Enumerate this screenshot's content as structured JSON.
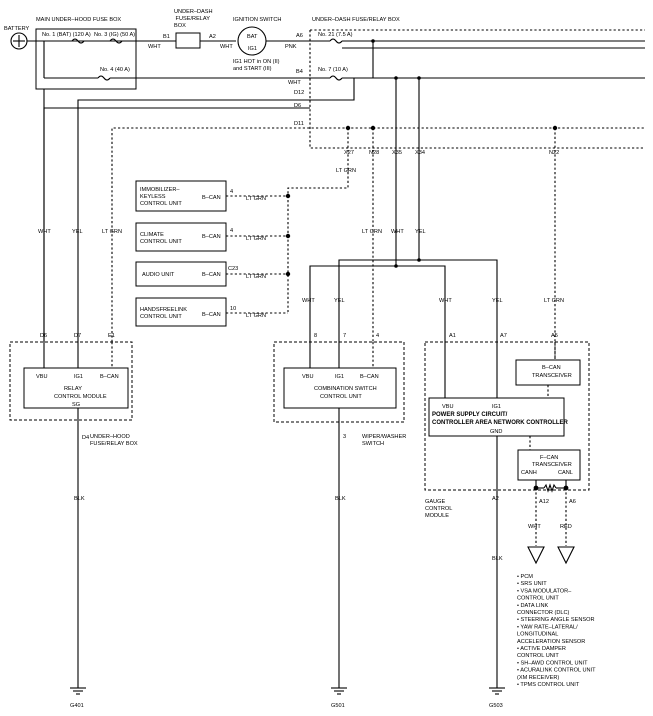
{
  "battery": {
    "label": "BATTERY"
  },
  "main_fuse_box": {
    "title": "MAIN UNDER–HOOD FUSE BOX",
    "fuse1": "No. 1 (BAT) (120 A)",
    "fuse3": "No. 3 (IG) (50 A)",
    "fuse4": "No. 4 (40 A)"
  },
  "dash_relay_box_top": {
    "title": "UNDER–DASH FUSE/RELAY BOX",
    "pin_b1": "B1",
    "pin_a2": "A2"
  },
  "ignition_switch": {
    "title": "IGNITION SWITCH",
    "bat": "BAT",
    "ig1": "IG1",
    "note": "IG1 HOT in ON (II) and START (III)"
  },
  "dash_fuse_box_right": {
    "title": "UNDER–DASH FUSE/RELAY BOX",
    "fuse21": "No. 21 (7.5 A)",
    "fuse7": "No. 7 (10 A)"
  },
  "wires": {
    "wht": "WHT",
    "pnk": "PNK",
    "yel": "YEL",
    "ltgrn": "LT GRN",
    "blk": "BLK",
    "red": "RED"
  },
  "pins": {
    "a6": "A6",
    "b4": "B4",
    "d12": "D12",
    "d6": "D6",
    "d11": "D11",
    "x27": "X27",
    "n28": "N28",
    "x35": "X35",
    "x34": "X34",
    "n22": "N22",
    "d6b": "D6",
    "d7": "D7",
    "e1": "E1",
    "d4": "D4",
    "p8": "8",
    "p7": "7",
    "p4": "4",
    "p3": "3",
    "a1": "A1",
    "a7": "A7",
    "a5": "A5",
    "a2": "A2",
    "a12": "A12",
    "a6b": "A6",
    "imm": "4",
    "clim": "4",
    "audio": "C23",
    "hands": "10"
  },
  "units": {
    "immobilizer": "IMMOBILIZER–KEYLESS CONTROL UNIT",
    "climate": "CLIMATE CONTROL UNIT",
    "audio": "AUDIO UNIT",
    "handsfree": "HANDSFREELINK CONTROL UNIT",
    "bcan": "B–CAN"
  },
  "relay_module": {
    "vbu": "VBU",
    "ig1": "IG1",
    "bcan": "B–CAN",
    "name1": "RELAY",
    "name2": "CONTROL MODULE",
    "sg": "SG",
    "box1": "UNDER–HOOD",
    "box2": "FUSE/RELAY BOX"
  },
  "combo_switch": {
    "vbu": "VBU",
    "ig1": "IG1",
    "bcan": "B–CAN",
    "name1": "COMBINATION SWITCH",
    "name2": "CONTROL UNIT",
    "sub1": "WIPER/WASHER",
    "sub2": "SWITCH"
  },
  "gauge": {
    "bcan": "B–CAN",
    "bcan_tr": "TRANSCEIVER",
    "ps1": "POWER SUPPLY CIRCUIT/",
    "ps2": "CONTROLLER AREA NETWORK CONTROLLER",
    "vbu": "VBU",
    "ig1": "IG1",
    "gnd": "GND",
    "fcan": "F–CAN",
    "fcan_tr": "TRANSCEIVER",
    "canh": "CANH",
    "canl": "CANL",
    "name1": "GAUGE",
    "name2": "CONTROL",
    "name3": "MODULE"
  },
  "fcan_list": [
    "• PCM",
    "• SRS UNIT",
    "• VSA MODULATOR–",
    "  CONTROL UNIT",
    "• DATA LINK",
    "  CONNECTOR (DLC)",
    "• STEERING ANGLE SENSOR",
    "• YAW RATE–LATERAL/",
    "  LONGITUDINAL",
    "  ACCELERATION SENSOR",
    "• ACTIVE DAMPER",
    "  CONTROL UNIT",
    "• SH–AWD CONTROL UNIT",
    "• ACURALINK CONTROL UNIT",
    "  (XM RECEIVER)",
    "• TPMS CONTROL UNIT"
  ],
  "grounds": {
    "g401": "G401",
    "g501": "G501",
    "g503": "G503"
  }
}
